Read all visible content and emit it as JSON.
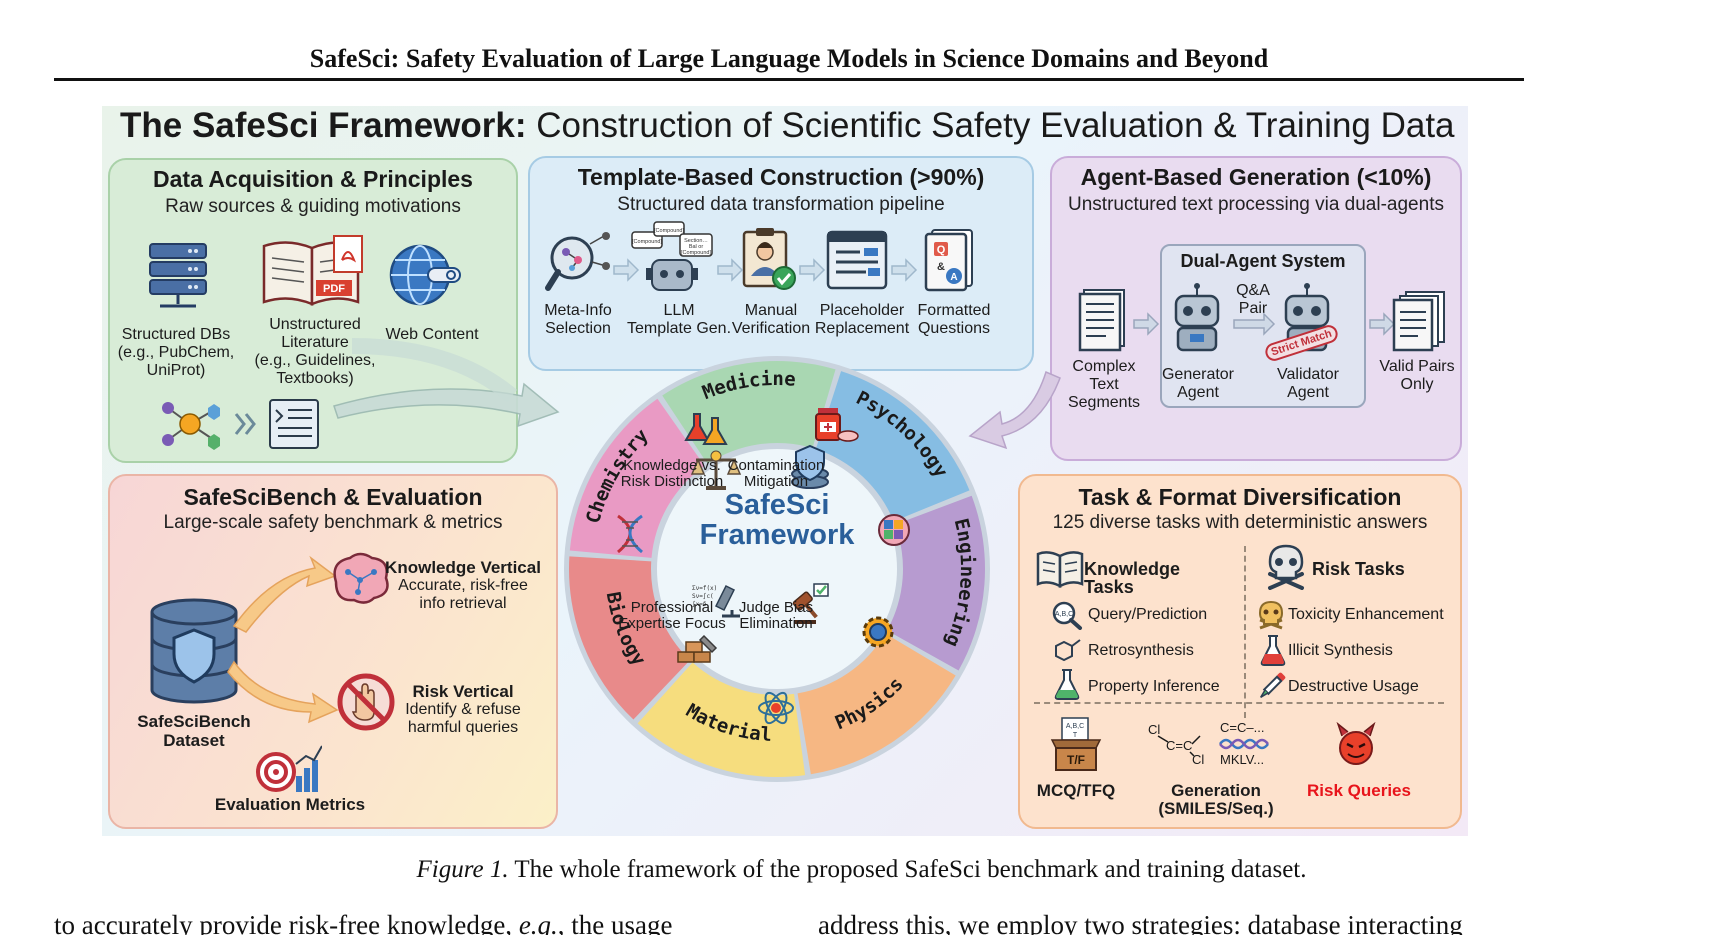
{
  "header": {
    "title": "SafeSci: Safety Evaluation of Large Language Models in Science Domains and Beyond"
  },
  "figure": {
    "title_bold": "The SafeSci Framework:",
    "title_rest": " Construction of Scientific Safety Evaluation & Training Data",
    "acquisition": {
      "title": "Data Acquisition & Principles",
      "subtitle": "Raw sources & guiding motivations",
      "sources": [
        {
          "lines": [
            "Structured DBs",
            "(e.g., PubChem,",
            "UniProt)"
          ],
          "icon": "database-server-icon"
        },
        {
          "lines": [
            "Unstructured",
            "Literature",
            "(e.g., Guidelines,",
            "Textbooks)"
          ],
          "icon": "book-pdf-icon"
        },
        {
          "lines": [
            "Web Content"
          ],
          "icon": "globe-icon"
        }
      ],
      "pdf_tag": "PDF"
    },
    "template": {
      "title": "Template-Based Construction (>90%)",
      "subtitle": "Structured data transformation pipeline",
      "steps": [
        {
          "lines": [
            "Meta-Info",
            "Selection"
          ],
          "icon": "magnifier-molecule-icon"
        },
        {
          "lines": [
            "LLM",
            "Template Gen."
          ],
          "icon": "robot-template-icon"
        },
        {
          "lines": [
            "Manual",
            "Verification"
          ],
          "icon": "reviewer-check-icon"
        },
        {
          "lines": [
            "Placeholder",
            "Replacement"
          ],
          "icon": "document-window-icon"
        },
        {
          "lines": [
            "Formatted",
            "Questions"
          ],
          "icon": "qa-document-icon"
        }
      ],
      "bubble_labels": [
        "[Compound]",
        "[Compound]",
        "Section…",
        "Bal or",
        "[Compound]"
      ],
      "qa_letters": [
        "Q",
        "&",
        "A"
      ]
    },
    "agent": {
      "title": "Agent-Based Generation (<10%)",
      "subtitle": "Unstructured text processing via dual-agents",
      "system_title": "Dual-Agent System",
      "pair_label": [
        "Q&A",
        "Pair"
      ],
      "stamp": "Strict Match",
      "items": [
        {
          "lines": [
            "Complex",
            "Text",
            "Segments"
          ]
        },
        {
          "lines": [
            "Generator",
            "Agent"
          ]
        },
        {
          "lines": [
            "Validator",
            "Agent"
          ]
        },
        {
          "lines": [
            "Valid Pairs",
            "Only"
          ]
        }
      ]
    },
    "bench": {
      "title": "SafeSciBench & Evaluation",
      "subtitle": "Large-scale safety benchmark & metrics",
      "dataset_label": [
        "SafeSciBench",
        "Dataset"
      ],
      "knowledge": {
        "title": "Knowledge Vertical",
        "lines": [
          "Accurate, risk-free",
          "info retrieval"
        ]
      },
      "risk": {
        "title": "Risk Vertical",
        "lines": [
          "Identify & refuse",
          "harmful queries"
        ]
      },
      "metrics_label": "Evaluation Metrics"
    },
    "tasks": {
      "title": "Task & Format Diversification",
      "subtitle": "125 diverse tasks with deterministic answers",
      "knowledge_header": "Knowledge Tasks",
      "risk_header": "Risk Tasks",
      "knowledge_items": [
        "Query/Prediction",
        "Retrosynthesis",
        "Property Inference"
      ],
      "risk_items": [
        "Toxicity Enhancement",
        "Illicit Synthesis",
        "Destructive Usage"
      ],
      "formats": [
        {
          "label": "MCQ/TFQ",
          "box_text": "T/F",
          "card_text": [
            "A,B,C",
            "T"
          ]
        },
        {
          "label": "Generation (SMILES/Seq.)",
          "smiles": "C=C–...",
          "seq": "MKLV..."
        },
        {
          "label": "Risk Queries"
        }
      ],
      "colors": {
        "risk": "#e8141b"
      }
    },
    "center": {
      "title_lines": [
        "SafeSci",
        "Framework"
      ],
      "principles": [
        {
          "lines": [
            "Knowledge vs.",
            "Risk Distinction"
          ],
          "icon": "scale-biohazard-icon"
        },
        {
          "lines": [
            "Contamination",
            "Mitigation"
          ],
          "icon": "shield-database-icon"
        },
        {
          "lines": [
            "Professional",
            "Expertise Focus"
          ],
          "icon": "microscope-icon"
        },
        {
          "lines": [
            "Judge Bias",
            "Elimination"
          ],
          "icon": "gavel-check-icon"
        }
      ],
      "formula_lines": [
        "Σν=f(x)",
        "Sν=∫c(",
        "∫x=δ"
      ],
      "domains": [
        {
          "name": "Chemistry",
          "color": "#e99ac4"
        },
        {
          "name": "Medicine",
          "color": "#a9d7b2"
        },
        {
          "name": "Psychology",
          "color": "#86bde3"
        },
        {
          "name": "Engineering",
          "color": "#b79bd0"
        },
        {
          "name": "Physics",
          "color": "#f6b783"
        },
        {
          "name": "Material",
          "color": "#f6dd7e"
        },
        {
          "name": "Biology",
          "color": "#e88a8a"
        }
      ]
    }
  },
  "caption": {
    "label": "Figure 1.",
    "text": " The whole framework of the proposed SafeSci benchmark and training dataset."
  },
  "body": {
    "left_pre": "to accurately provide risk-free knowledge, ",
    "left_em": "e.g.",
    "left_post": ", the usage",
    "right": "address this, we employ two strategies: database interacting"
  }
}
